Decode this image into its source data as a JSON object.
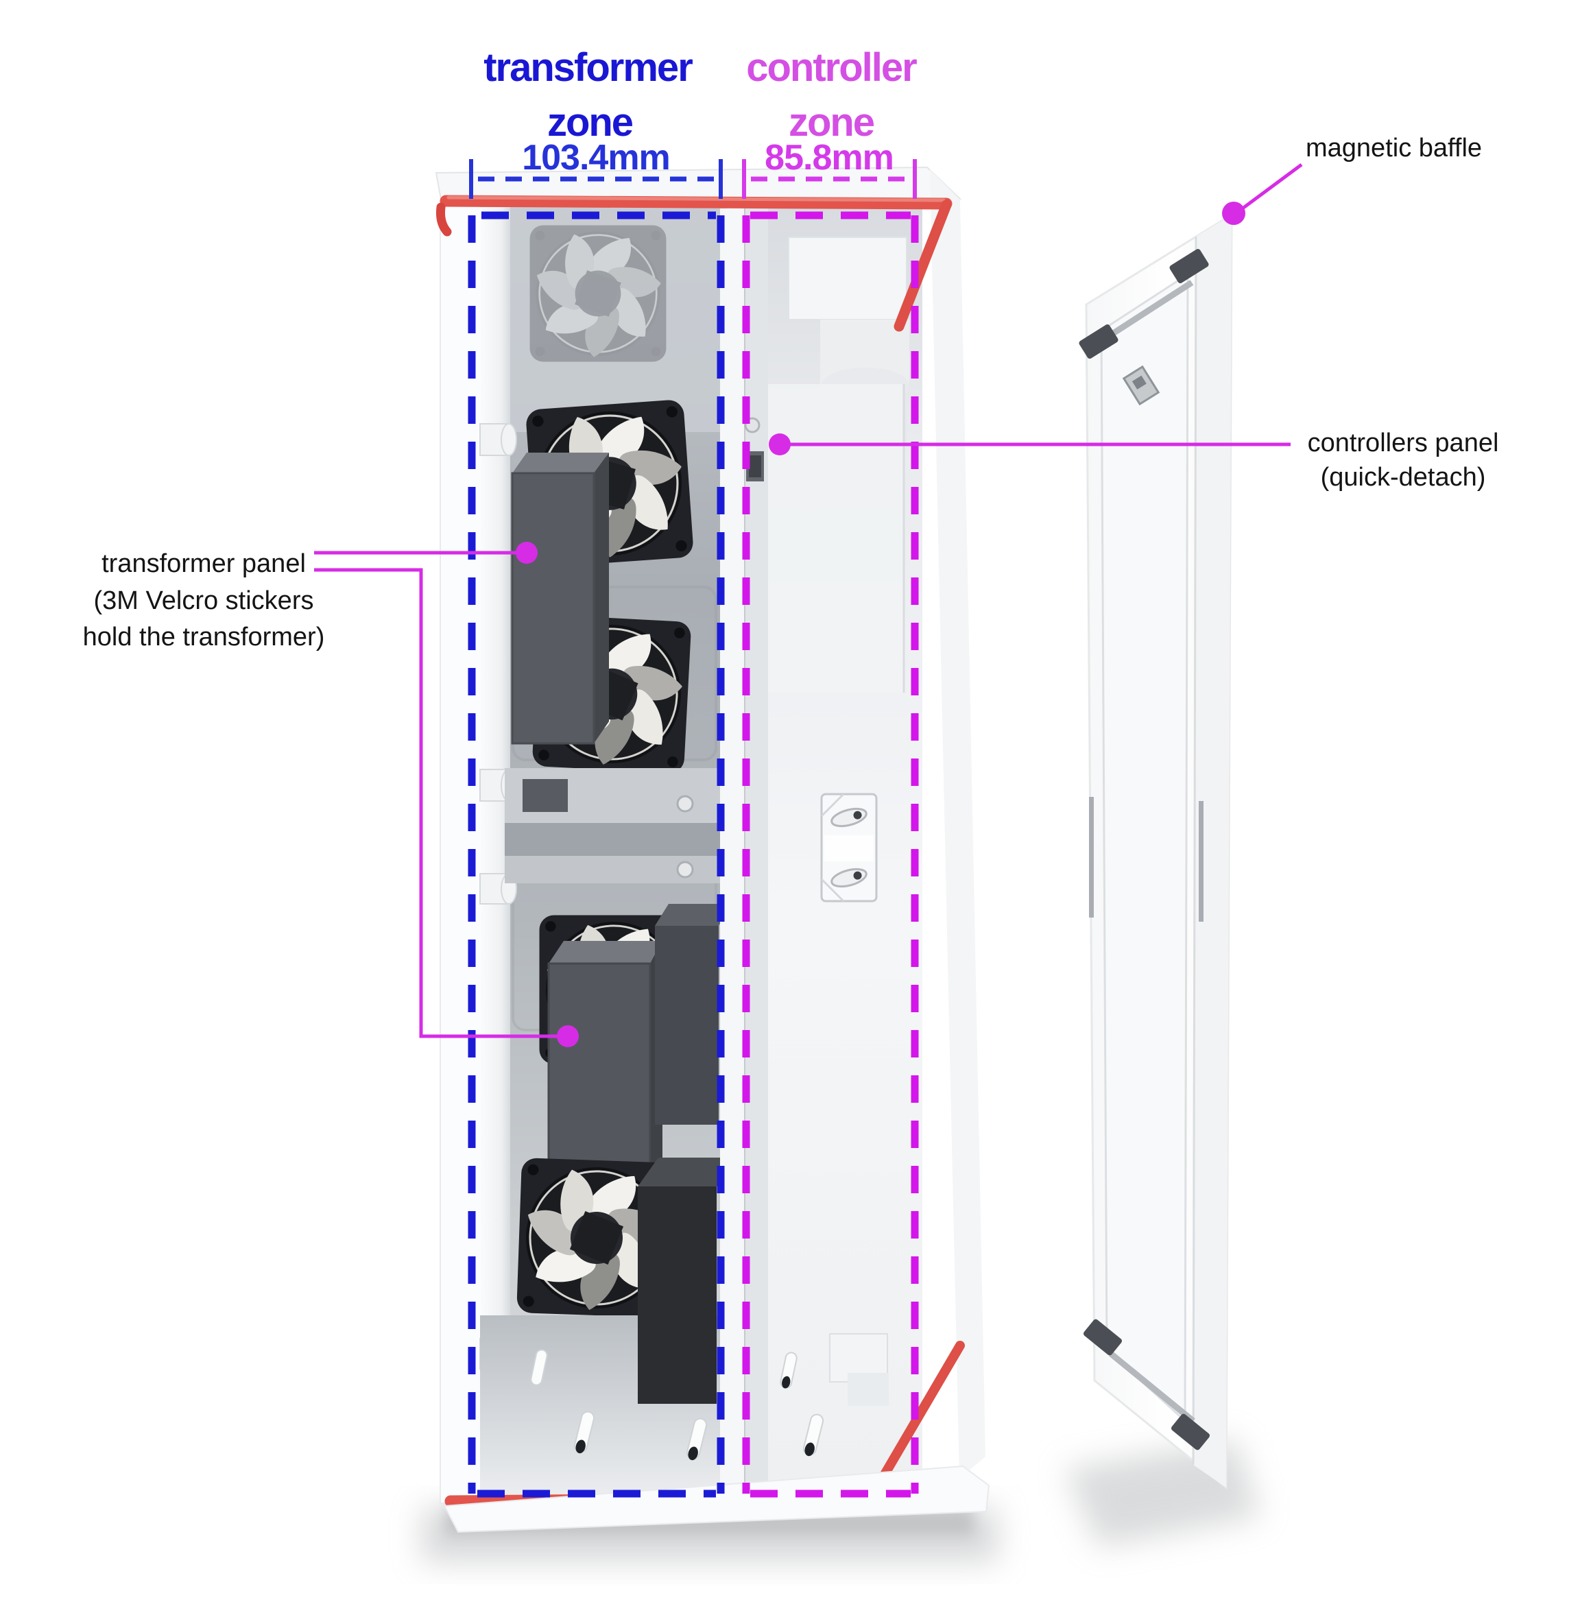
{
  "page": {
    "background": "#ffffff",
    "description": "Exploded view of a dual-zone electronics enclosure with detached magnetic baffle"
  },
  "zones": {
    "transformer": {
      "title_line1": "transformer",
      "title_line2": "zone",
      "width_label": "103.4mm",
      "color": "#1a17d4"
    },
    "controller": {
      "title_line1": "controller",
      "title_line2": "zone",
      "width_label": "85.8mm",
      "color": "#d44fe4"
    }
  },
  "callouts": {
    "magnetic_baffle": "magnetic baffle",
    "controllers_panel_line1": "controllers panel",
    "controllers_panel_line2": "(quick-detach)",
    "transformer_panel_line1": "transformer panel",
    "transformer_panel_line2": "(3M Velcro stickers",
    "transformer_panel_line3": "hold the transformer)"
  },
  "colors": {
    "zone_transformer_blue": "#1a17d4",
    "zone_controller_magenta": "#d316ea",
    "title_magenta": "#d44fe4",
    "dimension_blue": "#2633d9",
    "dimension_magenta": "#d43ae9",
    "leader_line_magenta": "#d62ce6",
    "gasket_red": "#e2544c",
    "callout_text": "#141414",
    "enclosure_body": "#f7f8f9",
    "interior_gray": "#b3b8be",
    "component_dark_gray": "#4b4f55",
    "fan_frame_black": "#202227"
  }
}
